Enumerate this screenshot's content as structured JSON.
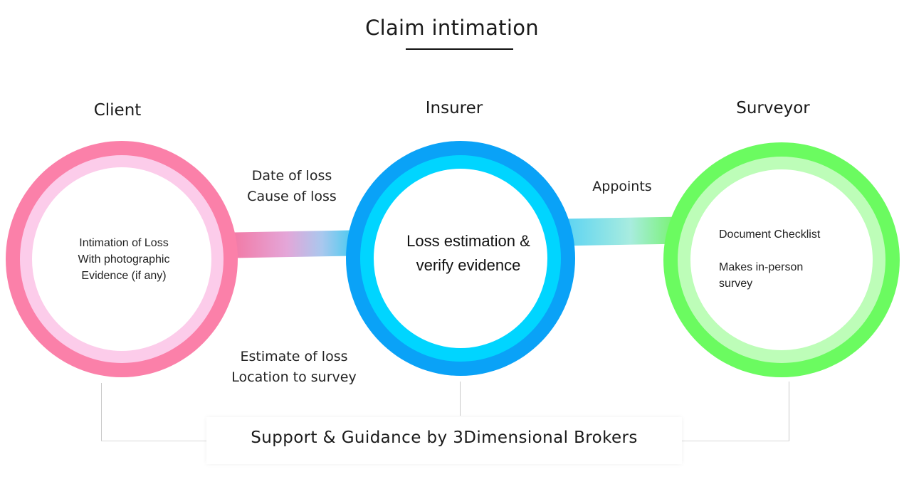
{
  "title": "Claim intimation",
  "actors": {
    "client": "Client",
    "insurer": "Insurer",
    "surveyor": "Surveyor"
  },
  "circles": {
    "client": [
      "Intimation of Loss",
      "With photographic",
      "Evidence (if any)"
    ],
    "insurer": [
      "Loss estimation &",
      "verify evidence"
    ],
    "surveyor": [
      "Document Checklist",
      "Makes in-person",
      "survey"
    ]
  },
  "edges": {
    "client_to_insurer_top": [
      "Date of loss",
      "Cause of loss"
    ],
    "client_to_insurer_bottom": [
      "Estimate of loss",
      "Location to survey"
    ],
    "insurer_to_surveyor": "Appoints"
  },
  "footer": "Support & Guidance by 3Dimensional Brokers",
  "colors": {
    "client_outer": "#fb80a9",
    "client_inner": "#fcccea",
    "insurer_outer": "#0aa2f7",
    "insurer_inner": "#00d5ff",
    "surveyor_outer": "#6bfb60",
    "surveyor_inner": "#bdfdb8"
  }
}
